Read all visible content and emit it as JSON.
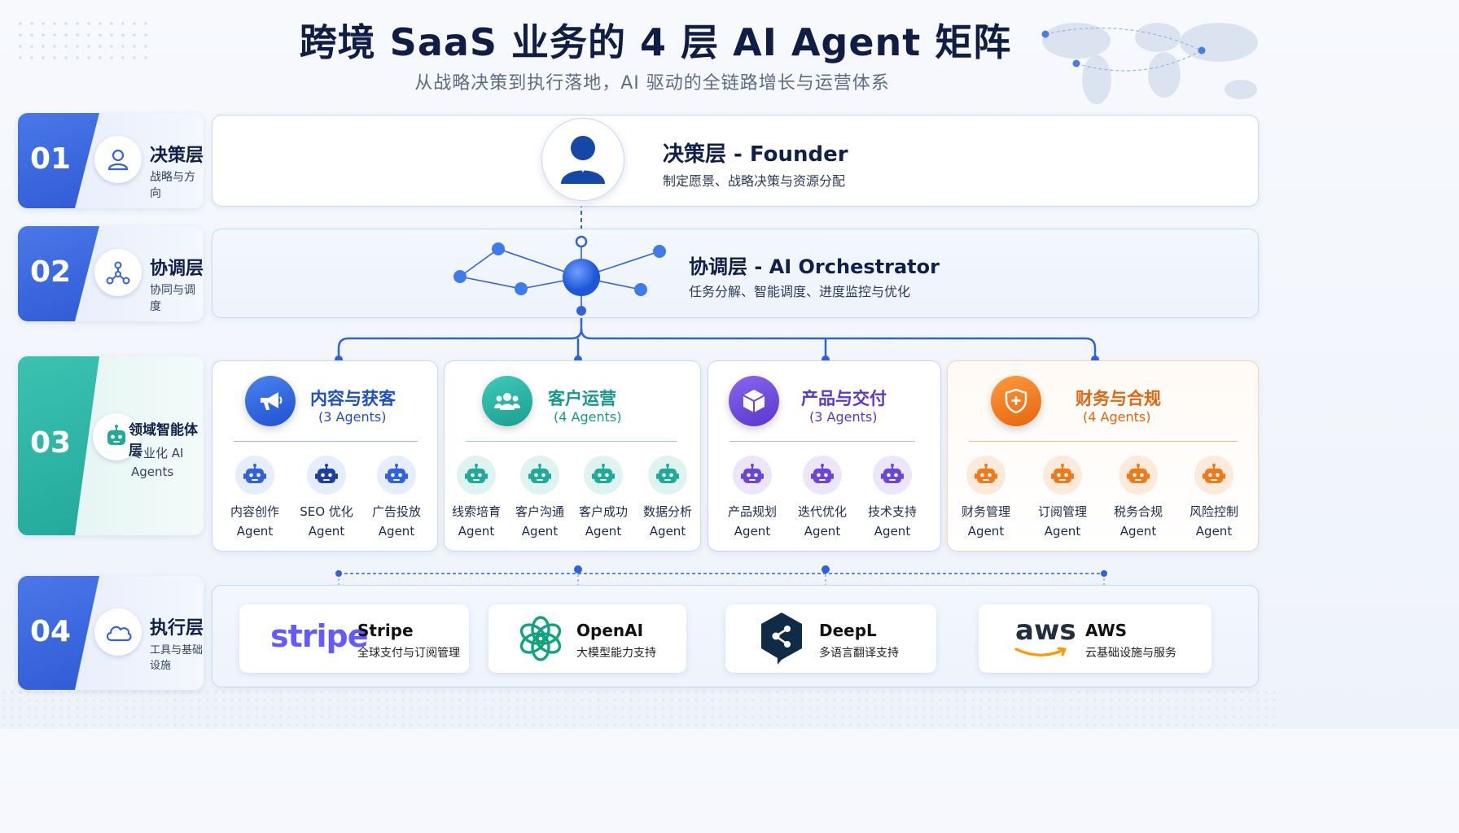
{
  "title": "跨境 SaaS 业务的 4 层 AI Agent 矩阵",
  "subtitle": "从战略决策到执行落地，AI 驱动的全链路增长与运营体系",
  "colors": {
    "blue": "#3263d9",
    "teal": "#1faa9a",
    "purple": "#6a45d8",
    "orange": "#ef7a1a",
    "navy": "#10204a"
  },
  "layers": [
    {
      "num": "01",
      "name": "决策层",
      "desc": "战略与方向",
      "icon": "user-icon"
    },
    {
      "num": "02",
      "name": "协调层",
      "desc": "协同与调度",
      "icon": "network-icon"
    },
    {
      "num": "03",
      "name": "领域智能体层",
      "desc_line1": "专业化 AI",
      "desc_line2": "Agents",
      "icon": "robot-icon"
    },
    {
      "num": "04",
      "name": "执行层",
      "desc": "工具与基础设施",
      "icon": "cloud-icon"
    }
  ],
  "founder": {
    "title": "决策层 - Founder",
    "desc": "制定愿景、战略决策与资源分配"
  },
  "orchestrator": {
    "title": "协调层 - AI Orchestrator",
    "desc": "任务分解、智能调度、进度监控与优化"
  },
  "domains": [
    {
      "title": "内容与获客",
      "count": "(3 Agents)",
      "icon": "megaphone-icon",
      "color": "#2f62dc",
      "agents": [
        {
          "name": "内容创作",
          "sub": "Agent"
        },
        {
          "name": "SEO 优化",
          "sub": "Agent"
        },
        {
          "name": "广告投放",
          "sub": "Agent"
        }
      ]
    },
    {
      "title": "客户运营",
      "count": "(4 Agents)",
      "icon": "users-icon",
      "color": "#1faa9a",
      "agents": [
        {
          "name": "线索培育",
          "sub": "Agent"
        },
        {
          "name": "客户沟通",
          "sub": "Agent"
        },
        {
          "name": "客户成功",
          "sub": "Agent"
        },
        {
          "name": "数据分析",
          "sub": "Agent"
        }
      ]
    },
    {
      "title": "产品与交付",
      "count": "(3 Agents)",
      "icon": "cube-icon",
      "color": "#6a45d8",
      "agents": [
        {
          "name": "产品规划",
          "sub": "Agent"
        },
        {
          "name": "迭代优化",
          "sub": "Agent"
        },
        {
          "name": "技术支持",
          "sub": "Agent"
        }
      ]
    },
    {
      "title": "财务与合规",
      "count": "(4 Agents)",
      "icon": "shield-icon",
      "color": "#ef7a1a",
      "agents": [
        {
          "name": "财务管理",
          "sub": "Agent"
        },
        {
          "name": "订阅管理",
          "sub": "Agent"
        },
        {
          "name": "税务合规",
          "sub": "Agent"
        },
        {
          "name": "风险控制",
          "sub": "Agent"
        }
      ]
    }
  ],
  "tools": [
    {
      "logo": "stripe",
      "name": "Stripe",
      "desc": "全球支付与订阅管理"
    },
    {
      "name": "OpenAI",
      "desc": "大模型能力支持",
      "icon": "openai-logo-icon"
    },
    {
      "name": "DeepL",
      "desc": "多语言翻译支持",
      "icon": "deepl-logo-icon"
    },
    {
      "logo": "aws",
      "name": "AWS",
      "desc": "云基础设施与服务"
    }
  ]
}
